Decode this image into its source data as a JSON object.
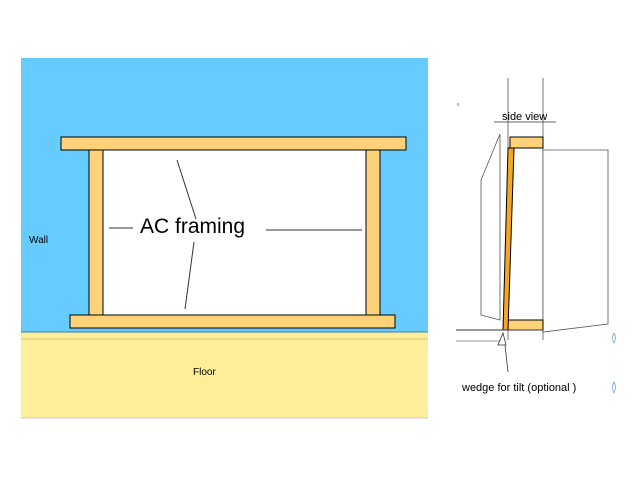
{
  "labels": {
    "wall": "Wall",
    "floor": "Floor",
    "ac_framing": "AC framing",
    "side_view": "side view",
    "wedge": "wedge for tilt (optional )"
  },
  "colors": {
    "wall": "#66ccff",
    "floor": "#ffee99",
    "frame_wood": "#ffd27a",
    "wedge_wood": "#f5a623",
    "outline": "#000000"
  }
}
